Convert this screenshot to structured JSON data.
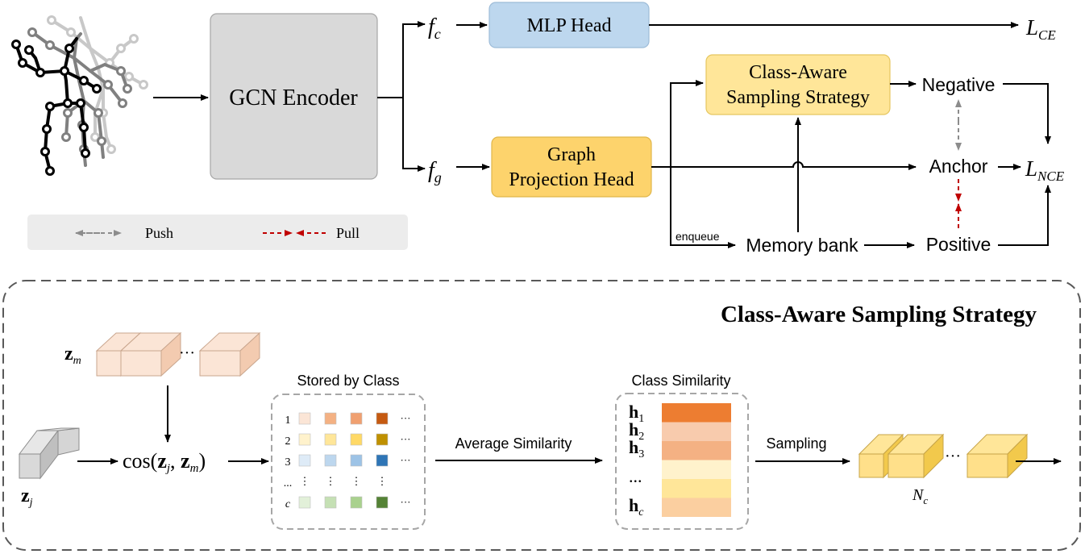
{
  "encoder": {
    "label": "GCN Encoder"
  },
  "features": {
    "fc": "f",
    "fc_sub": "c",
    "fg": "f",
    "fg_sub": "g"
  },
  "mlp_head": {
    "label": "MLP Head"
  },
  "graph_head": {
    "line1": "Graph",
    "line2": "Projection Head"
  },
  "sampling_box": {
    "line1": "Class-Aware",
    "line2": "Sampling Strategy"
  },
  "losses": {
    "ce": "L",
    "ce_sub": "CE",
    "nce": "L",
    "nce_sub": "NCE"
  },
  "nodes": {
    "negative": "Negative",
    "anchor": "Anchor",
    "positive": "Positive",
    "memory": "Memory bank",
    "enqueue": "enqueue"
  },
  "legend": {
    "push": "Push",
    "pull": "Pull"
  },
  "detail": {
    "title": "Class-Aware Sampling Strategy",
    "zm": "z",
    "zm_sub": "m",
    "zj": "z",
    "zj_sub": "j",
    "cos_prefix": "cos(",
    "cos_z1": "z",
    "cos_z1_sub": "j",
    "cos_sep": ", ",
    "cos_z2": "z",
    "cos_z2_sub": "m",
    "cos_suffix": ")",
    "dots": "···",
    "stored_title": "Stored by Class",
    "stored_rows": [
      "1",
      "2",
      "3",
      "...",
      "c"
    ],
    "avg_sim": "Average Similarity",
    "class_sim_title": "Class Similarity",
    "h_labels": [
      {
        "base": "h",
        "sub": "1"
      },
      {
        "base": "h",
        "sub": "2"
      },
      {
        "base": "h",
        "sub": "3"
      },
      {
        "base": "...",
        "sub": ""
      },
      {
        "base": "h",
        "sub": "c"
      }
    ],
    "sampling": "Sampling",
    "nc": "N",
    "nc_sub": "c"
  },
  "colors": {
    "encoder_fill": "#d9d9d9",
    "mlp_fill": "#bdd7ee",
    "yellow_fill": "#fdd36c",
    "sampling_fill": "#ffe699",
    "push": "#8c8c8c",
    "pull": "#c00000",
    "row1": [
      "#fbe5d6",
      "#f4b183",
      "#f0a070",
      "#c55a11"
    ],
    "row2": [
      "#fff2cc",
      "#ffe699",
      "#ffd966",
      "#bf9000"
    ],
    "row3": [
      "#deebf7",
      "#bdd7ee",
      "#9dc3e6",
      "#2e75b6"
    ],
    "rowc": [
      "#e2f0d9",
      "#c5e0b4",
      "#a9d18e",
      "#548235"
    ],
    "sim_bars": [
      "#ed7d31",
      "#f8cbad",
      "#f4b183",
      "#fff2cc",
      "#ffe699",
      "#fbcfa0"
    ]
  }
}
